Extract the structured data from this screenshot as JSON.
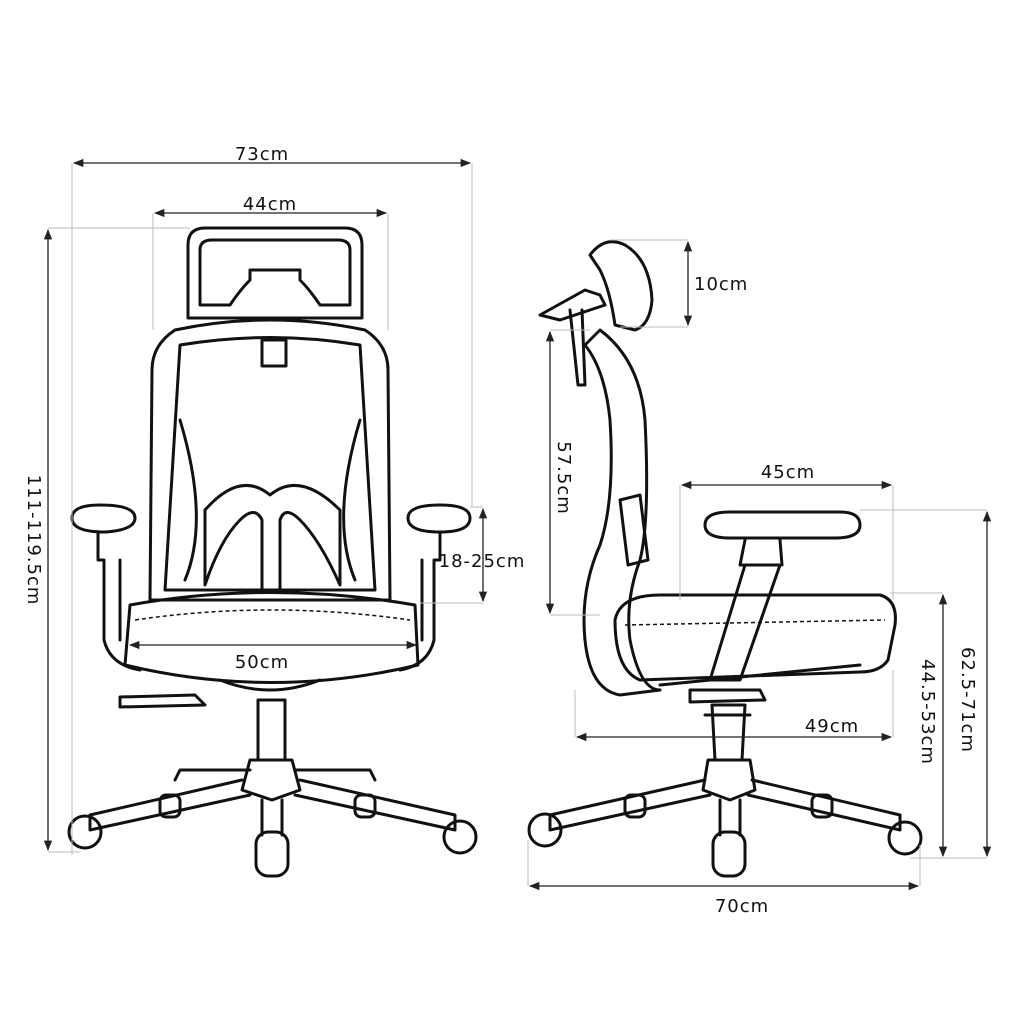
{
  "dimensions": {
    "overall_width": "73cm",
    "headrest_width": "44cm",
    "overall_height": "111-119.5cm",
    "armrest_height_adjust": "18-25cm",
    "seat_width": "50cm",
    "headrest_height_adjust": "10cm",
    "backrest_height": "57.5cm",
    "seat_depth": "45cm",
    "armrest_floor_height": "62.5-71cm",
    "seat_height": "44.5-53cm",
    "seat_depth_side": "49cm",
    "base_depth": "70cm"
  }
}
